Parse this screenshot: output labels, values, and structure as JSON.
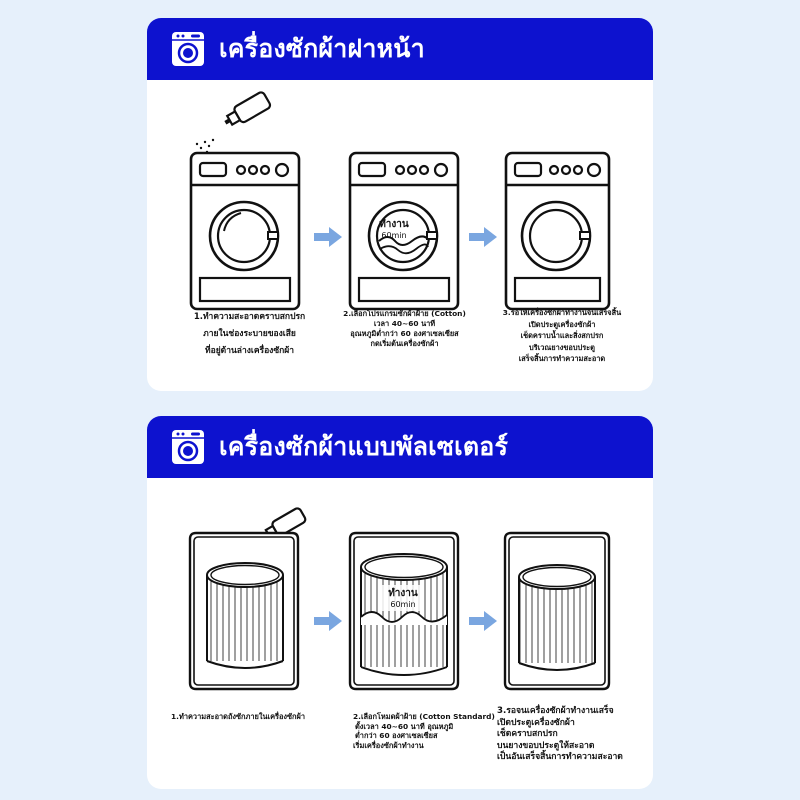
{
  "colors": {
    "background": "#e6f0fb",
    "header": "#0d12cf",
    "arrow": "#7aa6e0"
  },
  "sections": [
    {
      "title": "เครื่องซักผ้าฝาหน้า",
      "icon": "washing-machine-icon",
      "bubble": {
        "line1": "ทำงาน",
        "line2": "60min"
      },
      "steps": [
        {
          "lines": [
            "1.ทำความสะอาดคราบสกปรก",
            "ภายในช่องระบายของเสีย",
            "ที่อยู่ด้านล่างเครื่องซักผ้า"
          ]
        },
        {
          "lines": [
            "2.เลือกโปรแกรมซักผ้าฝ้าย (Cotton)",
            "เวลา 40~60 นาที",
            "อุณหภูมิต่ำกว่า 60 องศาเซลเซียส",
            "กดเริ่มต้นเครื่องซักผ้า"
          ]
        },
        {
          "lines": [
            "3.รอให้เครื่องซักผ้าทำงานจนเสร็จสิ้น",
            "เปิดประตูเครื่องซักผ้า",
            "เช็ดคราบน้ำและสิ่งสกปรก",
            "บริเวณยางขอบประตู",
            "เสร็จสิ้นการทำความสะอาด"
          ]
        }
      ]
    },
    {
      "title": "เครื่องซักผ้าแบบพัลเซเตอร์",
      "icon": "washing-machine-icon",
      "bubble": {
        "line1": "ทำงาน",
        "line2": "60min"
      },
      "steps": [
        {
          "lines": [
            "1.ทำความสะอาดถังซักภายในเครื่องซักผ้า"
          ]
        },
        {
          "lines": [
            "2.เลือกโหมดผ้าฝ้าย (Cotton Standard)",
            "ตั้งเวลา 40~60 นาที อุณหภูมิ",
            "ต่ำกว่า 60 องศาเซลเซียส",
            "เริ่มเครื่องซักผ้าทำงาน"
          ]
        },
        {
          "lines": [
            "3.รอจนเครื่องซักผ้าทำงานเสร็จ",
            "เปิดประตูเครื่องซักผ้า",
            "เช็ดคราบสกปรก",
            "บนยางขอบประตูให้สะอาด",
            "เป็นอันเสร็จสิ้นการทำความสะอาด"
          ]
        }
      ]
    }
  ]
}
